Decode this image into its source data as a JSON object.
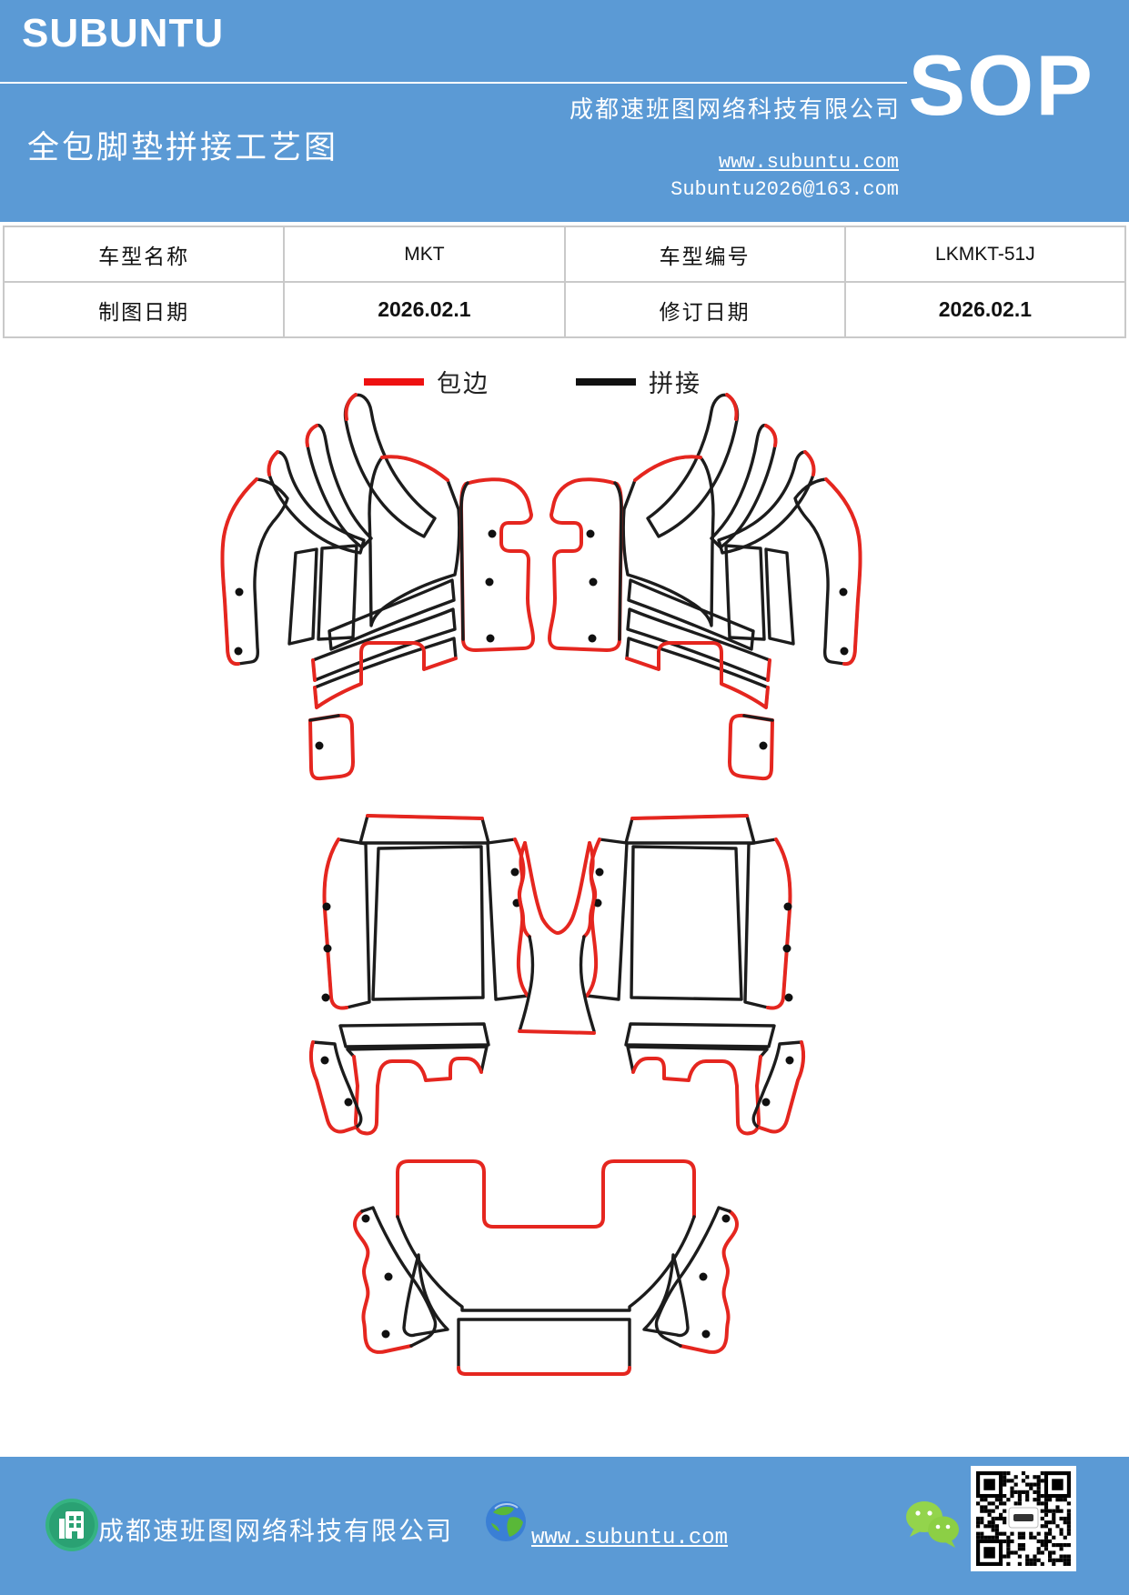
{
  "header": {
    "logo": "SUBUNTU",
    "company": "成都速班图网络科技有限公司",
    "title": "全包脚垫拼接工艺图",
    "website": "www.subuntu.com",
    "email": "Subuntu2026@163.com",
    "doc_type": "SOP",
    "background_color": "#5b9ad5"
  },
  "info_table": {
    "rows": [
      {
        "c": [
          "车型名称",
          "MKT",
          "车型编号",
          "LKMKT-51J"
        ]
      },
      {
        "c": [
          "制图日期",
          "2026.02.1",
          "修订日期",
          "2026.02.1"
        ]
      }
    ]
  },
  "legend": {
    "items": [
      {
        "label": "包边",
        "color": "#ee1111"
      },
      {
        "label": "拼接",
        "color": "#111111"
      }
    ]
  },
  "diagram": {
    "stroke_red": "#e5261f",
    "stroke_black": "#1c1c1c",
    "groups": [
      "front-row-mats",
      "second-row-mats-and-tunnel",
      "third-row-mat-and-wings"
    ]
  },
  "footer": {
    "company": "成都速班图网络科技有限公司",
    "website": "www.subuntu.com",
    "icons": [
      "building-icon",
      "globe-icon",
      "wechat-icon",
      "qr-code"
    ],
    "background_color": "#5b9ad5"
  }
}
